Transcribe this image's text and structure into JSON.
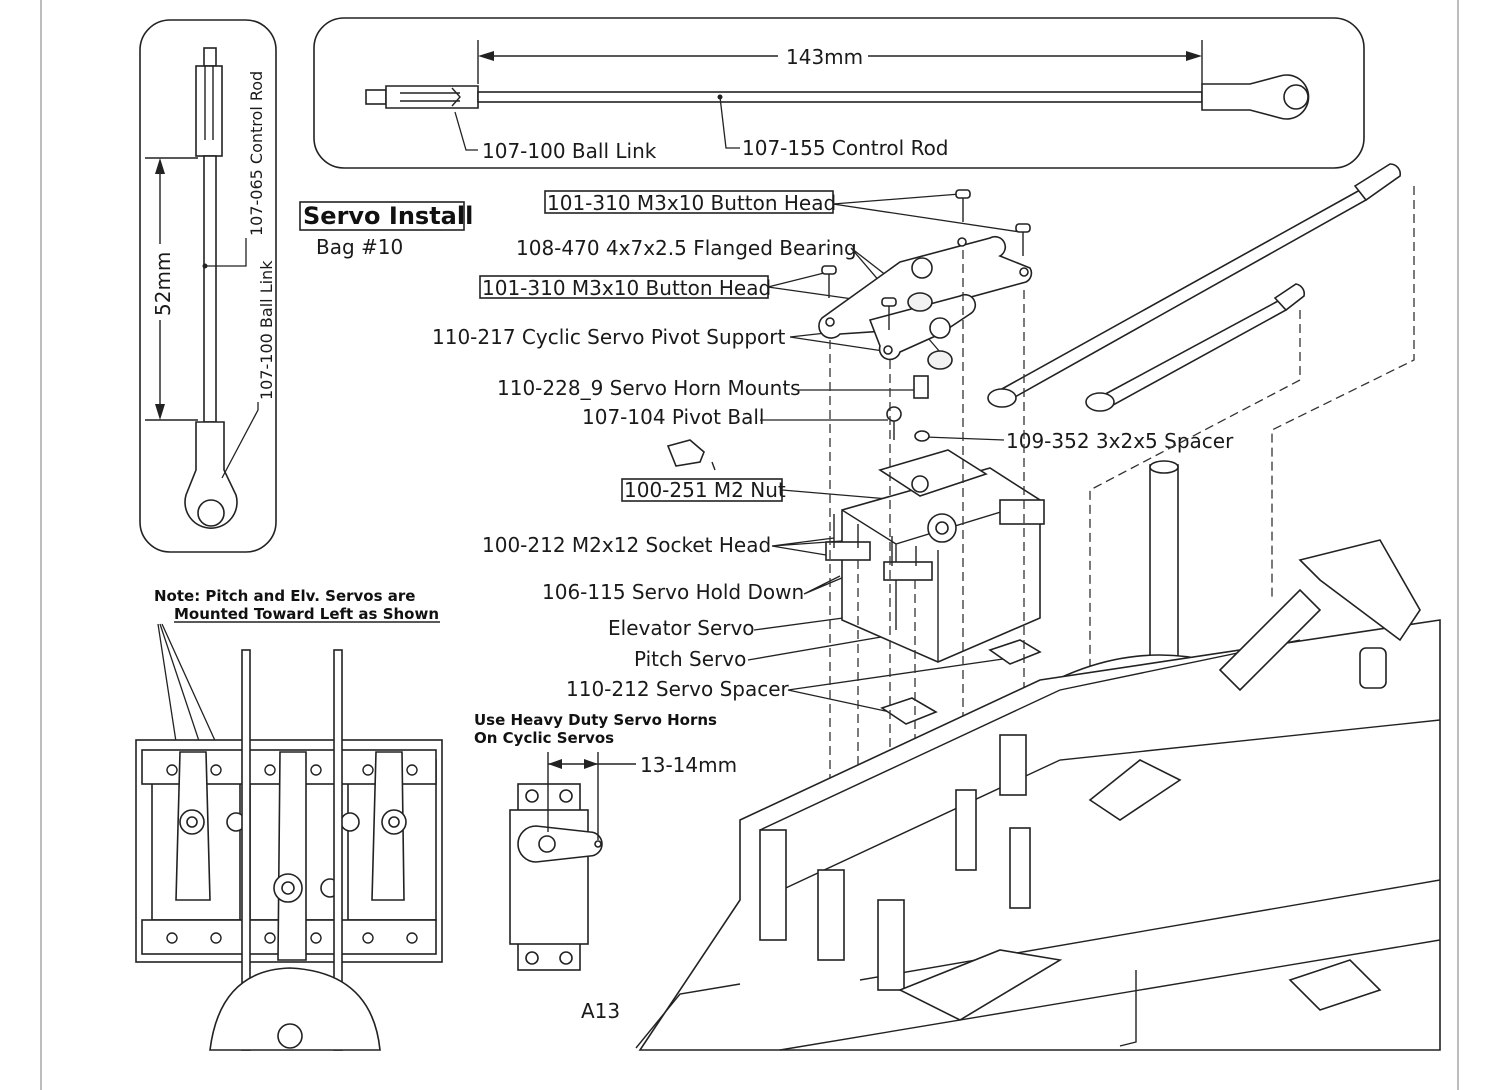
{
  "figure": {
    "title": "Servo Install",
    "bag": "Bag #10",
    "page_ref": "A13"
  },
  "rod_long": {
    "dimension": "143mm",
    "ball_link": "107-100 Ball Link",
    "control_rod": "107-155 Control Rod"
  },
  "rod_short": {
    "dimension": "52mm",
    "control_rod": "107-065 Control Rod",
    "ball_link": "107-100 Ball Link"
  },
  "callouts": [
    {
      "text": "101-310 M3x10 Button Head",
      "boxed": true
    },
    {
      "text": "108-470 4x7x2.5 Flanged Bearing",
      "boxed": false
    },
    {
      "text": "101-310 M3x10 Button Head",
      "boxed": true
    },
    {
      "text": "110-217 Cyclic Servo Pivot Support",
      "boxed": false
    },
    {
      "text": "110-228_9 Servo Horn Mounts",
      "boxed": false
    },
    {
      "text": "107-104 Pivot Ball",
      "boxed": false
    },
    {
      "text": "109-352 3x2x5 Spacer",
      "boxed": false
    },
    {
      "text": "100-251 M2 Nut",
      "boxed": true
    },
    {
      "text": "100-212 M2x12 Socket Head",
      "boxed": false
    },
    {
      "text": "106-115 Servo Hold Down",
      "boxed": false
    },
    {
      "text": "Elevator Servo",
      "boxed": false
    },
    {
      "text": "Pitch Servo",
      "boxed": false
    },
    {
      "text": "110-212 Servo Spacer",
      "boxed": false
    }
  ],
  "notes": {
    "servo_mount_line1": "Note: Pitch and Elv. Servos are",
    "servo_mount_line2": "Mounted Toward Left as Shown",
    "horn_line1": "Use Heavy Duty Servo Horns",
    "horn_line2": "On Cyclic Servos",
    "horn_dimension": "13-14mm"
  }
}
